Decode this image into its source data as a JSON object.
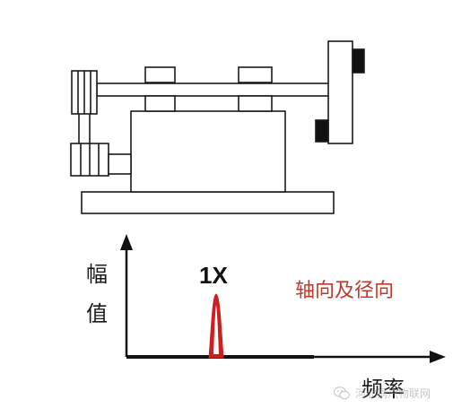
{
  "diagram": {
    "labels": {
      "y_axis_line1": "幅",
      "y_axis_line2": "值",
      "x_axis": "频率",
      "peak": "1X",
      "direction": "轴向及径向"
    },
    "colors": {
      "outline": "#1a1a1a",
      "peak": "#cc1f1f",
      "direction_text": "#c0392b",
      "counterweight": "#111111"
    }
  },
  "watermark": {
    "icon": "wechat-icon",
    "text": "河北锅汽物联网"
  }
}
